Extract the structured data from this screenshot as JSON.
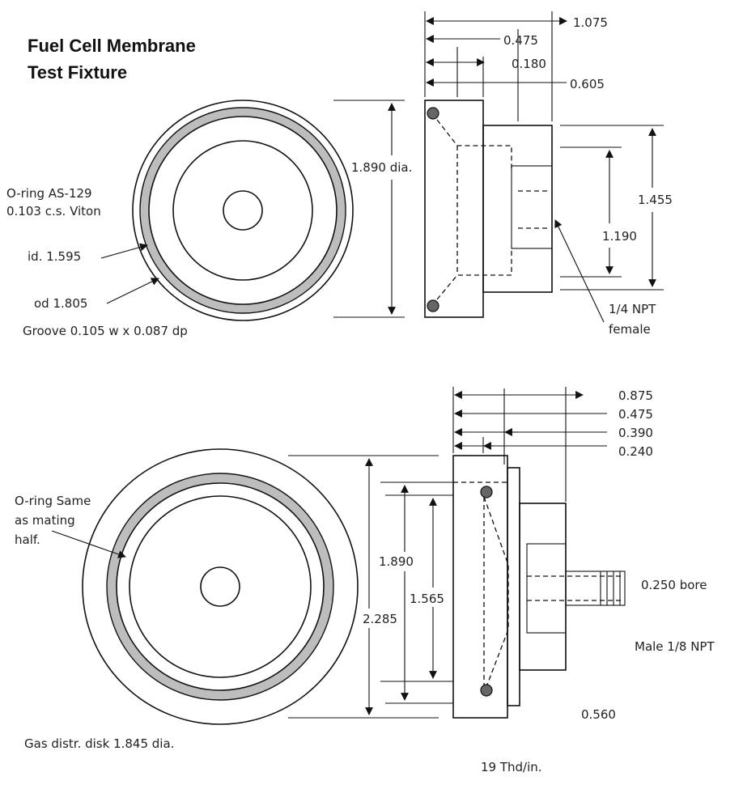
{
  "title": {
    "line1": "Fuel Cell Membrane",
    "line2": "Test Fixture"
  },
  "top_half": {
    "oring": {
      "line1": "O-ring  AS-129",
      "line2": "0.103  c.s.  Viton"
    },
    "id_label": "id.  1.595",
    "od_label": "od  1.805",
    "groove_label": "Groove  0.105  w  x  0.087  dp",
    "dia_label": "1.890  dia.",
    "dims_top": [
      "1.075",
      "0.475",
      "0.180",
      "0.605"
    ],
    "dim_right_outer": "1.455",
    "dim_right_inner": "1.190",
    "npt": {
      "line1": "1/4  NPT",
      "line2": "female"
    }
  },
  "bottom_half": {
    "oring": {
      "line1": "O-ring Same",
      "line2": "as mating",
      "line3": "half."
    },
    "dim_outer": "2.285",
    "dim_mid": "1.890",
    "dim_inner": "1.565",
    "dims_top": [
      "0.875",
      "0.475",
      "0.390",
      "0.240"
    ],
    "bore_label": "0.250  bore",
    "male_npt_label": "Male  1/8  NPT",
    "dim_560": "0.560",
    "gas_disk_label": "Gas  distr.  disk  1.845  dia.",
    "thread_label": "19  Thd/in."
  }
}
